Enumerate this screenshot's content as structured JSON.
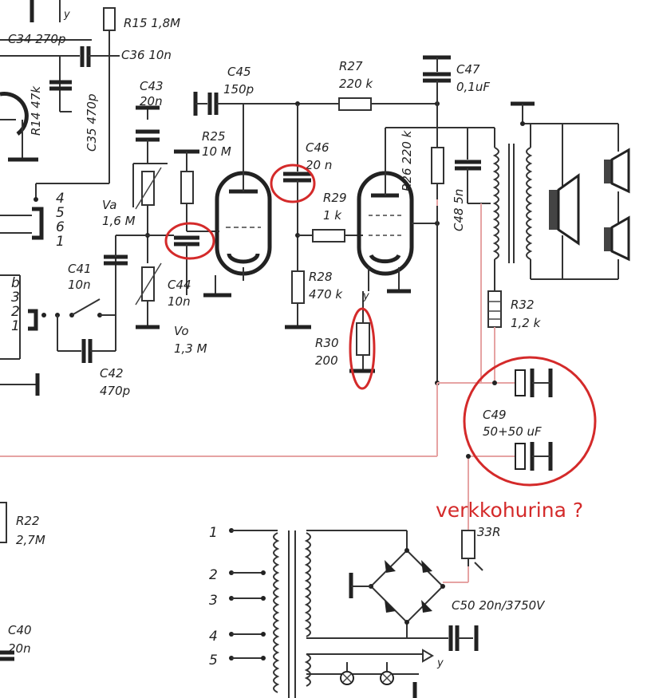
{
  "labels": {
    "r15": "R15 1,8M",
    "c34": "C34 270p",
    "c36": "C36 10n",
    "r14": "R14 47k",
    "c35": "C35 470p",
    "c43a": "C43",
    "c43b": "20n",
    "c45a": "C45",
    "c45b": "150p",
    "r27a": "R27",
    "r27b": "220 k",
    "c47a": "C47",
    "c47b": "0,1uF",
    "r25a": "R25",
    "r25b": "10 M",
    "c46a": "C46",
    "c46b": "20 n",
    "r26": "R26 220 k",
    "c48": "C48 5n",
    "r29a": "R29",
    "r29b": "1 k",
    "vaa": "Va",
    "vab": "1,6 M",
    "c41a": "C41",
    "c41b": "10n",
    "c44a": "C44",
    "c44b": "10n",
    "r28a": "R28",
    "r28b": "470 k",
    "voa": "Vo",
    "vob": "1,3 M",
    "r32a": "R32",
    "r32b": "1,2 k",
    "r30a": "R30",
    "r30b": "200",
    "c42a": "C42",
    "c42b": "470p",
    "c49a": "C49",
    "c49b": "50+50 uF",
    "r22a": "R22",
    "r22b": "2,7M",
    "r33": "33R",
    "c50": "C50 20n/3750V",
    "c40a": "C40",
    "c40b": "20n",
    "y_top": "y",
    "y_mid": "y",
    "y_bot": "y"
  },
  "jack_pins_top": [
    "4",
    "5",
    "6",
    "1"
  ],
  "jack_pins_bottom": [
    "b",
    "3",
    "2",
    "1"
  ],
  "transformer_pins": [
    "1",
    "2",
    "3",
    "4",
    "5"
  ],
  "annotation": {
    "text": "verkkohurina ?",
    "color": "#d42a2a"
  },
  "colors": {
    "ink": "#222222",
    "highlight_circle": "#d42a2a",
    "supply_trace": "#e6a3a3"
  }
}
